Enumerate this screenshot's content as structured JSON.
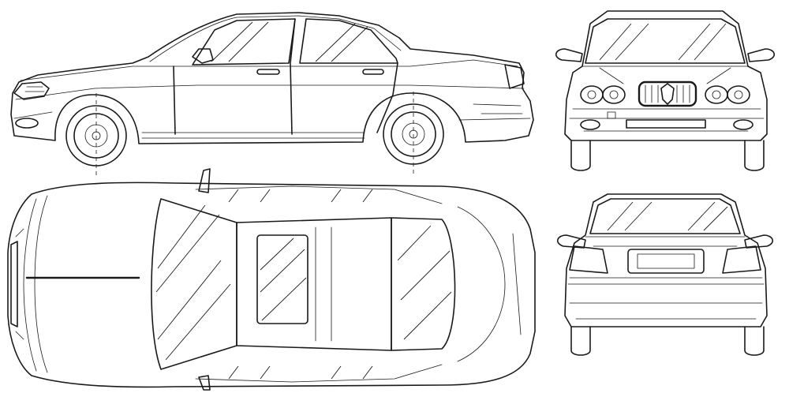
{
  "views": [
    {
      "id": "side",
      "name": "side-view"
    },
    {
      "id": "front",
      "name": "front-view"
    },
    {
      "id": "top",
      "name": "top-view"
    },
    {
      "id": "rear",
      "name": "rear-view"
    }
  ],
  "colors": {
    "line": "#1a1a1a",
    "background": "#ffffff"
  }
}
